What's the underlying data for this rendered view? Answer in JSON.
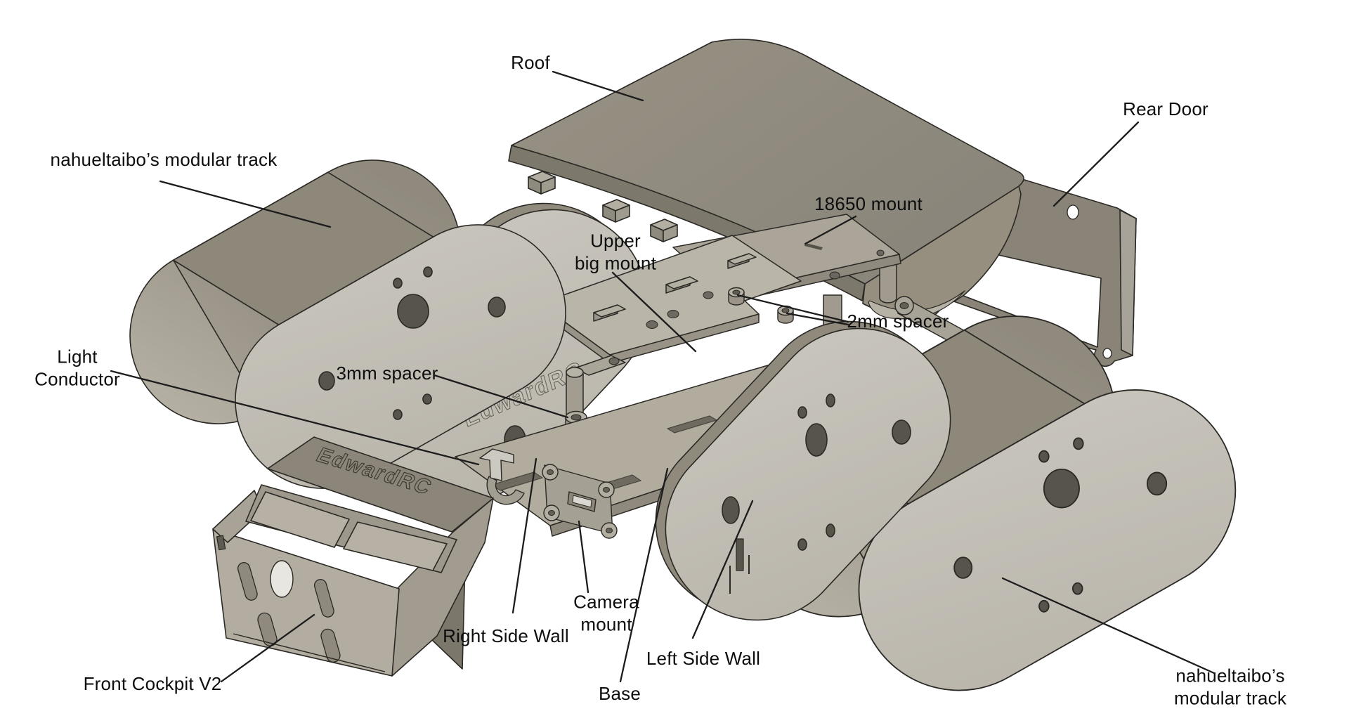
{
  "labels": {
    "roof": "Roof",
    "rear_door": "Rear Door",
    "track_top_left": "nahueltaibo’s modular track",
    "mount_18650": "18650 mount",
    "upper_big_mount": "Upper\nbig mount",
    "spacer_2mm": "2mm spacer",
    "light_conductor": "Light\nConductor",
    "spacer_3mm": "3mm spacer",
    "right_side_wall": "Right Side Wall",
    "camera_mount": "Camera\nmount",
    "left_side_wall": "Left Side Wall",
    "base": "Base",
    "front_cockpit": "Front Cockpit V2",
    "track_bottom_right": "nahueltaibo’s modular track"
  },
  "emboss": {
    "brand": "EdwardRC"
  },
  "colors": {
    "background": "#ffffff",
    "outline": "#2b2925",
    "label_text": "#0d0d0d",
    "leader_line": "#1c1c1c",
    "part_face_light": "#c6c3bb",
    "part_top_dark": "#8d887a",
    "part_mid": "#a8a397",
    "rear_door_face": "#8a8478"
  }
}
